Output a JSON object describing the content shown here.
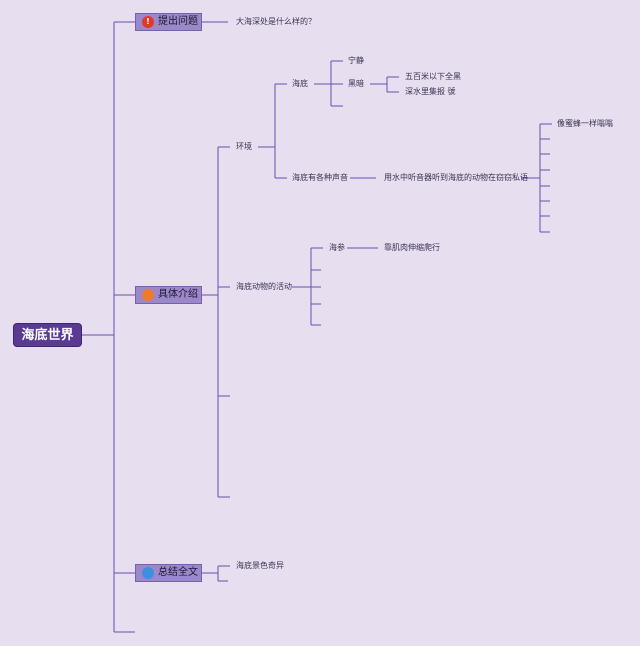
{
  "root": {
    "label": "海底世界"
  },
  "categories": [
    {
      "label": "提出问题",
      "icon": "exclamation-icon",
      "icon_glyph": "!",
      "color": "#e03a2e"
    },
    {
      "label": "具体介绍",
      "icon": "orange-dot-icon",
      "icon_glyph": "",
      "color": "#ee7a2a"
    },
    {
      "label": "总结全文",
      "icon": "blue-dot-icon",
      "icon_glyph": "",
      "color": "#3e8fe0"
    }
  ],
  "question": {
    "answer": "大海深处是什么样的？"
  },
  "intro": {
    "environment": {
      "label": "环境",
      "seabed": {
        "label": "海底",
        "quiet": "宁静",
        "dark": {
          "label": "黑暗",
          "items": [
            "五百米以下全黑",
            "深水里集报  號"
          ]
        }
      },
      "sounds": {
        "label": "海底有各种声音",
        "detail": "用水中听音器听到海底的动物在窃窃私语",
        "first_sound": "像蜜蜂一样嗡嗡"
      }
    },
    "animals": {
      "label": "海底动物的活动",
      "sea_cucumber": {
        "label": "海参",
        "detail": "靠肌肉伸缩爬行"
      }
    }
  },
  "summary": {
    "answer": "海底景色奇异"
  },
  "colors": {
    "line": "#6b4fae",
    "background": "#e7def0",
    "root": "#5a3a92",
    "category": "#9b88c9"
  }
}
